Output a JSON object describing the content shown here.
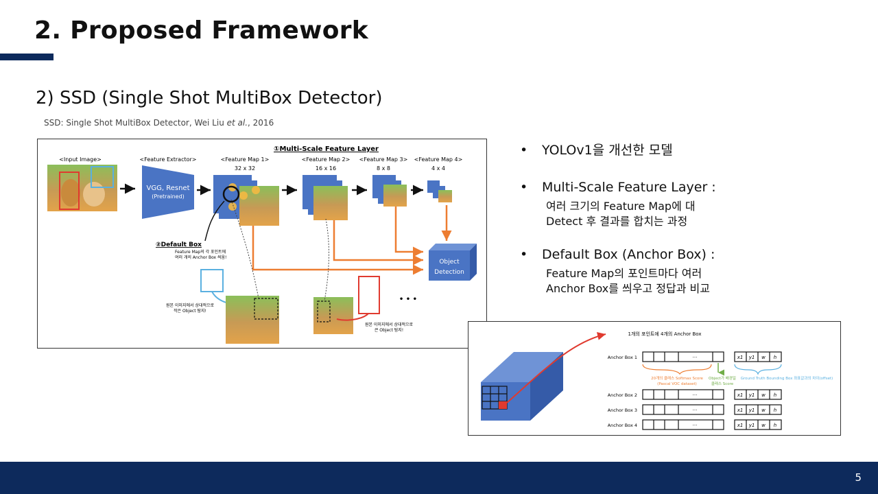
{
  "slide": {
    "title": "2. Proposed Framework",
    "subtitle": "2) SSD (Single Shot MultiBox Detector)",
    "citation_prefix": "SSD: Single Shot MultiBox Detector, Wei Liu ",
    "citation_italic": "et al.",
    "citation_suffix": ", 2016",
    "page_number": "5"
  },
  "figure1": {
    "input_label": "<Input Image>",
    "extractor_label": "<Feature Extractor>",
    "extractor_name": "VGG, Resnet",
    "extractor_sub": "(Pretrained)",
    "multiscale_label": "①Multi-Scale Feature Layer",
    "fm1_label": "<Feature Map 1>",
    "fm1_size": "32 x 32",
    "fm2_label": "<Feature Map 2>",
    "fm2_size": "16 x 16",
    "fm3_label": "<Feature Map 3>",
    "fm3_size": "8 x 8",
    "fm4_label": "<Feature Map 4>",
    "fm4_size": "4 x 4",
    "default_box_label": "②Default Box",
    "default_box_desc1": "Feature Map의 각 포인트에",
    "default_box_desc2": "여러 개의 Anchor Box 씌움!",
    "object_detection_1": "Object",
    "object_detection_2": "Detection",
    "small_obj_1": "원본 이미지에서 상대적으로",
    "small_obj_2": "작은 Object 탐지!",
    "large_obj_1": "원본 이미지에서 상대적으로",
    "large_obj_2": "큰 Object 탐지!",
    "ellipsis": "• • •"
  },
  "bullets": [
    {
      "text": "YOLOv1을 개선한 모델",
      "sub": []
    },
    {
      "text": "Multi-Scale Feature Layer :",
      "sub": [
        "여러 크기의 Feature Map에 대",
        "Detect 후 결과를 합치는 과정"
      ]
    },
    {
      "text": "Default Box (Anchor Box) :",
      "sub": [
        "Feature Map의 포인트마다 여러",
        "Anchor Box를 씌우고 정답과 비교"
      ]
    }
  ],
  "figure2": {
    "header": "1개의 포인트에 4개의 Anchor Box",
    "anchor_labels": [
      "Anchor Box 1",
      "Anchor Box 2",
      "Anchor Box 3",
      "Anchor Box 4"
    ],
    "ellipsis": "···",
    "coord_labels": [
      "x1",
      "y1",
      "w",
      "h"
    ],
    "softmax_1": "20개의 클래스 Softmax Score",
    "softmax_2": "(Pascal VOC dataset)",
    "bg_1": "Object가 배경일",
    "bg_2": "클래스 Score",
    "gt_label": "Ground Truth Bounding Box 좌표값과의 차이(offset)"
  },
  "colors": {
    "navy": "#0d2a5c",
    "box_blue": "#4a74c4",
    "orange": "#ed7d31",
    "red": "#e03a2f",
    "green": "#70ad47",
    "light_blue": "#5ab0e0"
  }
}
